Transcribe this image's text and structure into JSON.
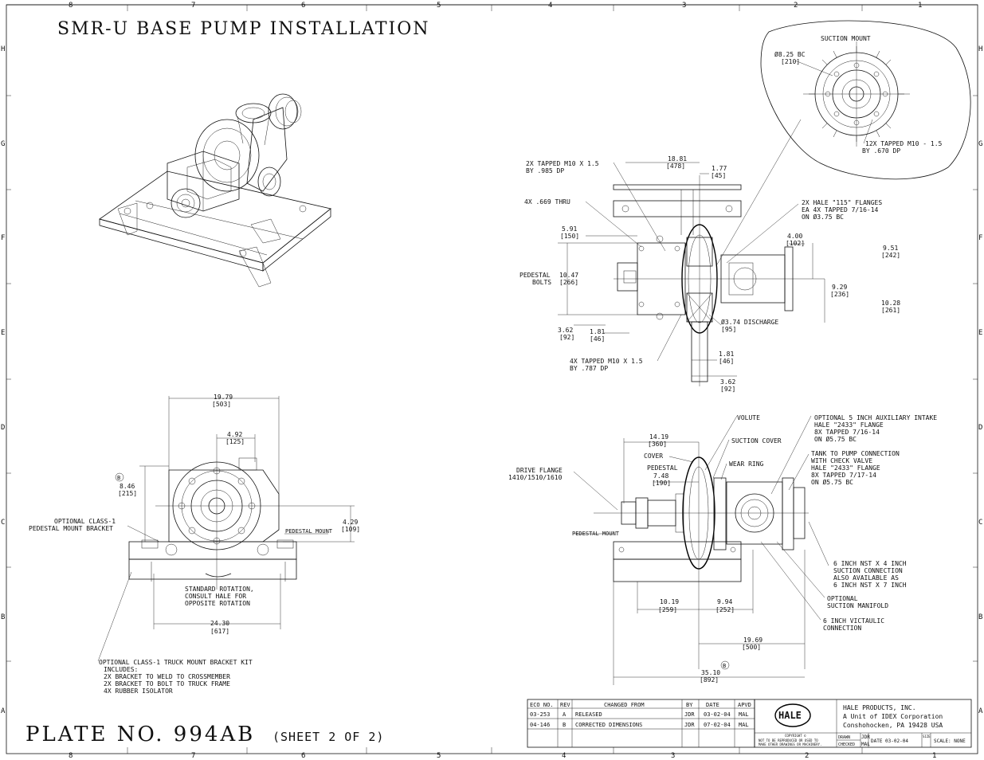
{
  "title": "SMR-U BASE PUMP INSTALLATION",
  "plate": {
    "label": "PLATE NO. 994AB",
    "sheet": "(SHEET 2 OF 2)"
  },
  "grid": {
    "top_numbers": [
      "8",
      "7",
      "6",
      "5",
      "4",
      "3",
      "2",
      "1"
    ],
    "side_letters": [
      "H",
      "G",
      "F",
      "E",
      "D",
      "C",
      "B",
      "A"
    ]
  },
  "suction_mount": {
    "title": "SUCTION MOUNT",
    "bc": "Ø8.25 BC",
    "bc_mm": "[210]",
    "tap1": "12X TAPPED M10 - 1.5",
    "tap2": "BY .670 DP"
  },
  "top_view": {
    "tap_a1": "2X TAPPED M10 X 1.5",
    "tap_a2": "BY .985 DP",
    "thru": "4X .669 THRU",
    "d1881": "18.81",
    "d1881mm": "[478]",
    "d177": "1.77",
    "d177mm": "[45]",
    "flanges1": "2X HALE \"115\" FLANGES",
    "flanges2": "EA 4X TAPPED 7/16-14",
    "flanges3": "ON Ø3.75 BC",
    "d591": "5.91",
    "d591mm": "[150]",
    "d400": "4.00",
    "d400mm": "[102]",
    "d951": "9.51",
    "d951mm": "[242]",
    "pedestal": "PEDESTAL",
    "bolts": "BOLTS",
    "d1047": "10.47",
    "d1047mm": "[266]",
    "d929": "9.29",
    "d929mm": "[236]",
    "d1028": "10.28",
    "d1028mm": "[261]",
    "discharge": "Ø3.74 DISCHARGE",
    "discharge_mm": "[95]",
    "d362a": "3.62",
    "d362amm": "[92]",
    "d181a": "1.81",
    "d181amm": "[46]",
    "tap_b1": "4X TAPPED M10 X 1.5",
    "tap_b2": "BY .787 DP",
    "d181b": "1.81",
    "d181bmm": "[46]",
    "d362b": "3.62",
    "d362bmm": "[92]"
  },
  "front_view": {
    "d1979": "19.79",
    "d1979mm": "[503]",
    "d492": "4.92",
    "d492mm": "[125]",
    "d846": "8.46",
    "d846mm": "[215]",
    "d429": "4.29",
    "d429mm": "[109]",
    "pedmount": "PEDESTAL MOUNT",
    "opt1": "OPTIONAL CLASS-1",
    "opt2": "PEDESTAL MOUNT BRACKET",
    "rot1": "STANDARD ROTATION,",
    "rot2": "CONSULT HALE FOR",
    "rot3": "OPPOSITE ROTATION",
    "d2430": "24.30",
    "d2430mm": "[617]",
    "kit1": "OPTIONAL CLASS-1 TRUCK MOUNT BRACKET KIT",
    "kit2": "INCLUDES:",
    "kit3": "2X BRACKET TO WELD TO CROSSMEMBER",
    "kit4": "2X BRACKET TO BOLT TO TRUCK FRAME",
    "kit5": "4X RUBBER ISOLATOR"
  },
  "side_view": {
    "volute": "VOLUTE",
    "aux1": "OPTIONAL 5 INCH AUXILIARY INTAKE",
    "aux2": "HALE \"2433\" FLANGE",
    "aux3": "8X TAPPED 7/16-14",
    "aux4": "ON Ø5.75 BC",
    "d1419": "14.19",
    "d1419mm": "[360]",
    "suction_cover": "SUCTION COVER",
    "cover": "COVER",
    "wear_ring": "WEAR RING",
    "tank1": "TANK TO PUMP CONNECTION",
    "tank2": "WITH CHECK VALVE",
    "tank3": "HALE \"2433\" FLANGE",
    "tank4": "8X TAPPED 7/17-14",
    "tank5": "ON Ø5.75 BC",
    "pedestal": "PEDESTAL",
    "d748": "7.48",
    "d748mm": "[190]",
    "drive1": "DRIVE FLANGE",
    "drive2": "1410/1510/1610",
    "pedmount": "PEDESTAL MOUNT",
    "nst1": "6 INCH NST X 4 INCH",
    "nst2": "SUCTION CONNECTION",
    "nst3": "ALSO AVAILABLE AS",
    "nst4": "6 INCH NST X 7 INCH",
    "man1": "OPTIONAL",
    "man2": "SUCTION MANIFOLD",
    "vic1": "6 INCH VICTAULIC",
    "vic2": "CONNECTION",
    "d1019": "10.19",
    "d1019mm": "[259]",
    "d994": "9.94",
    "d994mm": "[252]",
    "d1969": "19.69",
    "d1969mm": "[500]",
    "d3510": "35.10",
    "d3510mm": "[892]"
  },
  "revisions": {
    "headers": [
      "ECO NO.",
      "REV",
      "CHANGED FROM",
      "BY",
      "DATE",
      "APVD"
    ],
    "rows": [
      [
        "03-253",
        "A",
        "RELEASED",
        "JDR",
        "03-02-04",
        "MAL"
      ],
      [
        "04-146",
        "B",
        "CORRECTED DIMENSIONS",
        "JDR",
        "07-02-04",
        "MAL"
      ]
    ]
  },
  "titleblock": {
    "logo": "HALE",
    "company1": "HALE PRODUCTS, INC.",
    "company2": "A Unit of IDEX Corporation",
    "company3": "Conshohocken, PA 19428 USA",
    "copyright": "COPYRIGHT ©",
    "notice1": "NOT TO BE REPRODUCED OR USED TO",
    "notice2": "MAKE OTHER DRAWINGS OR MACHINERY.",
    "drawn": "DRAWN",
    "drawn_by": "JDR",
    "checked": "CHECKED",
    "checked_by": "MAL",
    "date": "DATE 03-02-04",
    "size": "SIZE",
    "scale": "SCALE: NONE"
  },
  "revision_balloon": "B"
}
